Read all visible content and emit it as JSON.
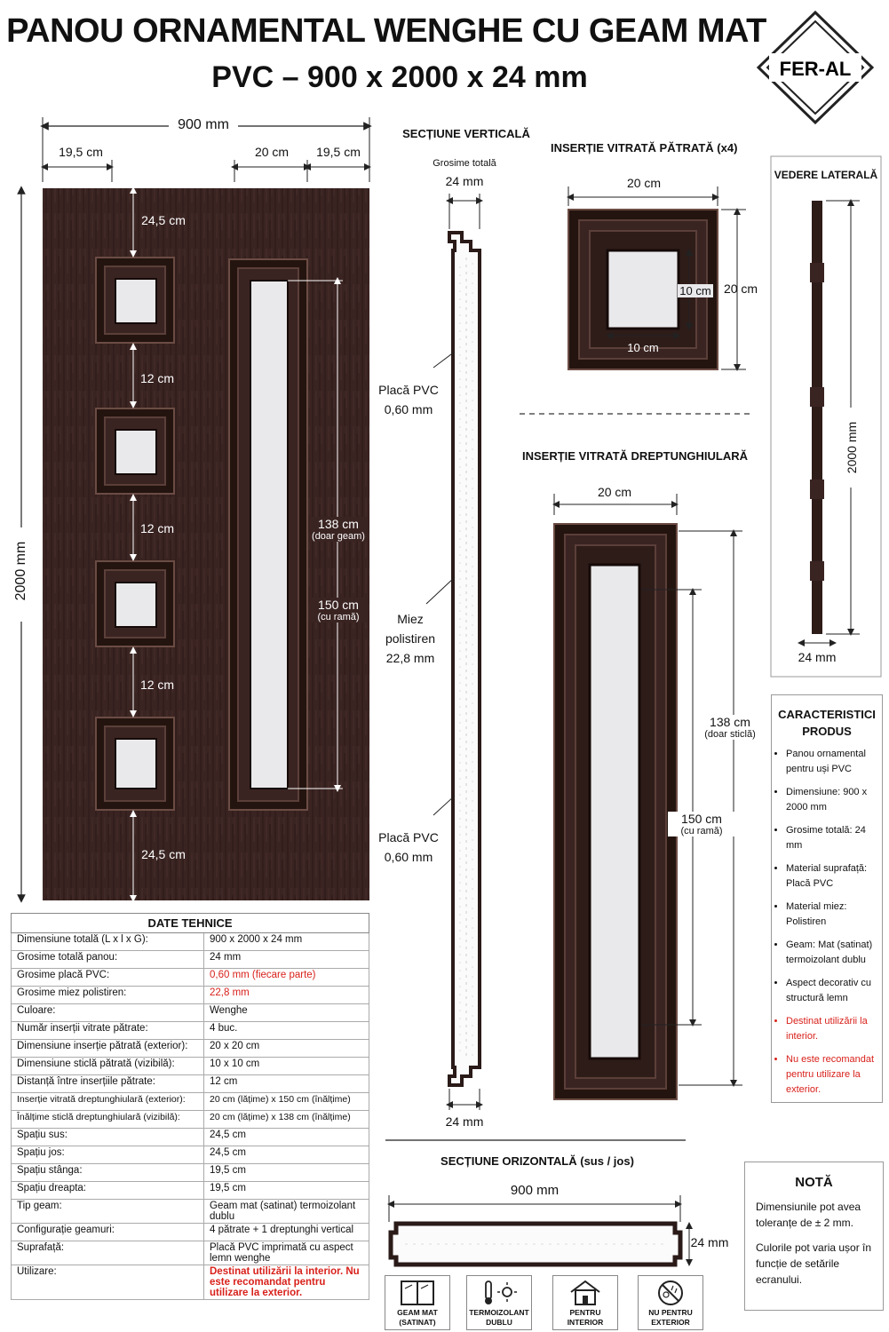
{
  "header": {
    "title": "PANOU ORNAMENTAL WENGHE CU GEAM MAT",
    "subtitle": "PVC – 900 x 2000 x 24 mm",
    "logo_text": "FER-AL"
  },
  "colors": {
    "wenge": "#3a2422",
    "wenge_dark": "#251614",
    "glass": "#e9e9eb",
    "accent_red": "#d8211b"
  },
  "front": {
    "width_label": "900 mm",
    "height_label": "2000 mm",
    "left_margin": "19,5 cm",
    "insert_width": "20 cm",
    "right_margin": "19,5 cm",
    "top_space": "24,5 cm",
    "gap1": "12 cm",
    "gap2": "12 cm",
    "gap3": "12 cm",
    "bottom_space": "24,5 cm",
    "glass_h": "138 cm",
    "glass_h_note": "(doar geam)",
    "frame_h": "150 cm",
    "frame_h_note": "(cu ramă)"
  },
  "section_v": {
    "title": "SECȚIUNE VERTICALĂ",
    "thick_label": "Grosime totală",
    "thick_value": "24 mm",
    "pvc_top_1": "Placă PVC",
    "pvc_top_2": "0,60 mm",
    "core_1": "Miez",
    "core_2": "polistiren",
    "core_3": "22,8 mm",
    "pvc_bot_1": "Placă PVC",
    "pvc_bot_2": "0,60 mm",
    "bottom_value": "24 mm"
  },
  "square_insert": {
    "title": "INSERȚIE VITRATĂ PĂTRATĂ (x4)",
    "outer_w": "20 cm",
    "outer_h": "20 cm",
    "glass_w": "10 cm",
    "glass_h": "10 cm"
  },
  "rect_insert": {
    "title": "INSERȚIE VITRATĂ DREPTUNGHIULARĂ",
    "width": "20 cm",
    "glass_h": "138 cm",
    "glass_note": "(doar sticlă)",
    "frame_h": "150 cm",
    "frame_note": "(cu ramă)"
  },
  "side_view": {
    "title": "VEDERE LATERALĂ",
    "height": "2000 mm",
    "thickness": "24 mm"
  },
  "section_h": {
    "title": "SECȚIUNE ORIZONTALĂ (sus / jos)",
    "width": "900 mm",
    "thickness": "24 mm"
  },
  "tech": {
    "title": "DATE TEHNICE",
    "rows": [
      {
        "k": "Dimensiune totală (L x l x G):",
        "v": "900 x 2000 x 24 mm"
      },
      {
        "k": "Grosime totală panou:",
        "v": "24 mm"
      },
      {
        "k": "Grosime placă PVC:",
        "v": "0,60 mm (fiecare parte)"
      },
      {
        "k": "Grosime miez polistiren:",
        "v": "22,8 mm"
      },
      {
        "k": "Culoare:",
        "v": "Wenghe"
      },
      {
        "k": "Număr inserții vitrate pătrate:",
        "v": "4 buc."
      },
      {
        "k": "Dimensiune inserție pătrată (exterior):",
        "v": "20 x 20 cm"
      },
      {
        "k": "Dimensiune sticlă pătrată (vizibilă):",
        "v": "10 x 10 cm"
      },
      {
        "k": "Distanță între inserțiile pătrate:",
        "v": "12 cm"
      },
      {
        "k": "Inserție vitrată dreptunghiulară (exterior):",
        "v": "20 cm (lățime) x 150 cm (înălțime)"
      },
      {
        "k": "Înălțime sticlă dreptunghiulară (vizibilă):",
        "v": "20 cm (lățime) x 138 cm (înălțime)"
      },
      {
        "k": "Spațiu sus:",
        "v": "24,5 cm"
      },
      {
        "k": "Spațiu jos:",
        "v": "24,5 cm"
      },
      {
        "k": "Spațiu stânga:",
        "v": "19,5 cm"
      },
      {
        "k": "Spațiu dreapta:",
        "v": "19,5 cm"
      },
      {
        "k": "Tip geam:",
        "v": "Geam mat (satinat) termoizolant dublu"
      },
      {
        "k": "Configurație geamuri:",
        "v": "4 pătrate + 1 dreptunghi vertical"
      },
      {
        "k": "Suprafață:",
        "v": "Placă PVC imprimată cu aspect lemn wenghe"
      },
      {
        "k": "Utilizare:",
        "v": "Destinat utilizării la interior. Nu este recomandat pentru utilizare la exterior."
      }
    ]
  },
  "characteristics": {
    "title_1": "CARACTERISTICI",
    "title_2": "PRODUS",
    "items": [
      "Panou ornamental pentru uși PVC",
      "Dimensiune: 900 x 2000 mm",
      "Grosime totală: 24 mm",
      "Material suprafață: Placă PVC",
      "Material miez: Polistiren",
      "Geam: Mat (satinat) termoizolant dublu",
      "Aspect decorativ cu structură lemn",
      "Destinat utilizării la interior.",
      "Nu este recomandat pentru utilizare la exterior."
    ]
  },
  "note": {
    "title": "NOTĂ",
    "p1": "Dimensiunile pot avea toleranțe de ± 2 mm.",
    "p2": "Culorile pot varia ușor în funcție de setările ecranului."
  },
  "icons": [
    {
      "name": "frosted-glass-icon",
      "l1": "GEAM MAT",
      "l2": "(SATINAT)"
    },
    {
      "name": "thermal-insulation-icon",
      "l1": "TERMOIZOLANT",
      "l2": "DUBLU"
    },
    {
      "name": "indoor-use-icon",
      "l1": "PENTRU",
      "l2": "INTERIOR"
    },
    {
      "name": "not-for-outdoor-icon",
      "l1": "NU PENTRU",
      "l2": "EXTERIOR"
    }
  ]
}
